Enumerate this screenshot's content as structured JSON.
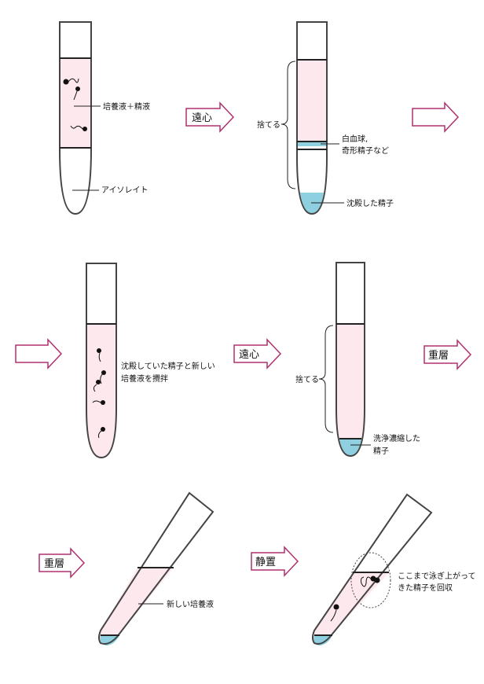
{
  "labels": {
    "medium_sperm": "培養液＋精液",
    "isolate": "アイソレイト",
    "centrifuge1": "遠心",
    "discard1": "捨てる",
    "wbc_line1": "白血球,",
    "wbc_line2": "奇形精子など",
    "precipitated": "沈殿した精子",
    "stir_line1": "沈殿していた精子と新しい",
    "stir_line2": "培養液を攪拌",
    "centrifuge2": "遠心",
    "discard2": "捨てる",
    "washed_line1": "洗浄濃縮した",
    "washed_line2": "精子",
    "layer1": "重層",
    "layer2": "重層",
    "new_medium": "新しい培養液",
    "rest": "静置",
    "swimup_line1": "ここまで泳ぎ上がって",
    "swimup_line2": "きた精子を回収"
  },
  "colors": {
    "liquid": "#fde8ee",
    "pellet": "#8ed0e0",
    "arrow_border": "#b0306e"
  }
}
